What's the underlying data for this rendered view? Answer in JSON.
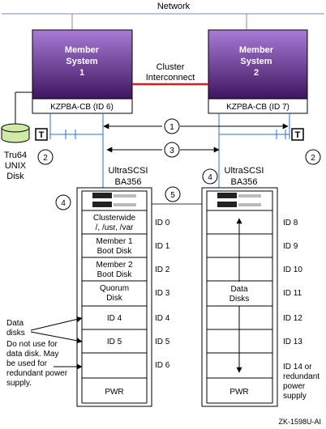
{
  "network": {
    "label": "Network"
  },
  "member1": {
    "line1": "Member",
    "line2": "System",
    "line3": "1",
    "adapter": "KZPBA-CB (ID 6)"
  },
  "member2": {
    "line1": "Member",
    "line2": "System",
    "line3": "2",
    "adapter": "KZPBA-CB (ID 7)"
  },
  "interconnect": {
    "line1": "Cluster",
    "line2": "Interconnect"
  },
  "disk": {
    "line1": "Tru64",
    "line2": "UNIX",
    "line3": "Disk"
  },
  "terminator": {
    "label": "T"
  },
  "callouts": {
    "c1": "1",
    "c2": "2",
    "c3": "3",
    "c4": "4",
    "c5": "5"
  },
  "cabinet1": {
    "title1": "UltraSCSI",
    "title2": "BA356",
    "slots": [
      {
        "label": [
          "Clusterwide",
          "/, /usr, /var"
        ],
        "id": "ID 0"
      },
      {
        "label": [
          "Member 1",
          "Boot Disk"
        ],
        "id": "ID 1"
      },
      {
        "label": [
          "Member 2",
          "Boot Disk"
        ],
        "id": "ID 2"
      },
      {
        "label": [
          "Quorum",
          "Disk"
        ],
        "id": "ID 3"
      },
      {
        "label": [
          "ID 4"
        ],
        "id": "ID 4"
      },
      {
        "label": [
          "ID 5"
        ],
        "id": "ID 5"
      },
      {
        "label": [],
        "id": "ID 6"
      }
    ],
    "pwr": "PWR"
  },
  "cabinet2": {
    "title1": "UltraSCSI",
    "title2": "BA356",
    "ids": [
      [
        "ID 8"
      ],
      [
        "ID 9"
      ],
      [
        "ID 10"
      ],
      [
        "ID 11"
      ],
      [
        "ID 12"
      ],
      [
        "ID 13"
      ],
      [
        "ID 14 or",
        "redundant",
        "power",
        "supply"
      ]
    ],
    "data_label": [
      "Data",
      "Disks"
    ],
    "pwr": "PWR"
  },
  "annotations": {
    "data_disks": [
      "Data",
      "disks"
    ],
    "note": [
      "Do not use for",
      "data disk.  May",
      "be used for",
      "redundant power",
      "supply."
    ]
  },
  "figure_id": "ZK-1598U-AI",
  "colors": {
    "member_top": "#a87bd6",
    "member_bottom": "#3f1560",
    "interconnect": "#d42020",
    "disk": "#cfe9a6"
  }
}
